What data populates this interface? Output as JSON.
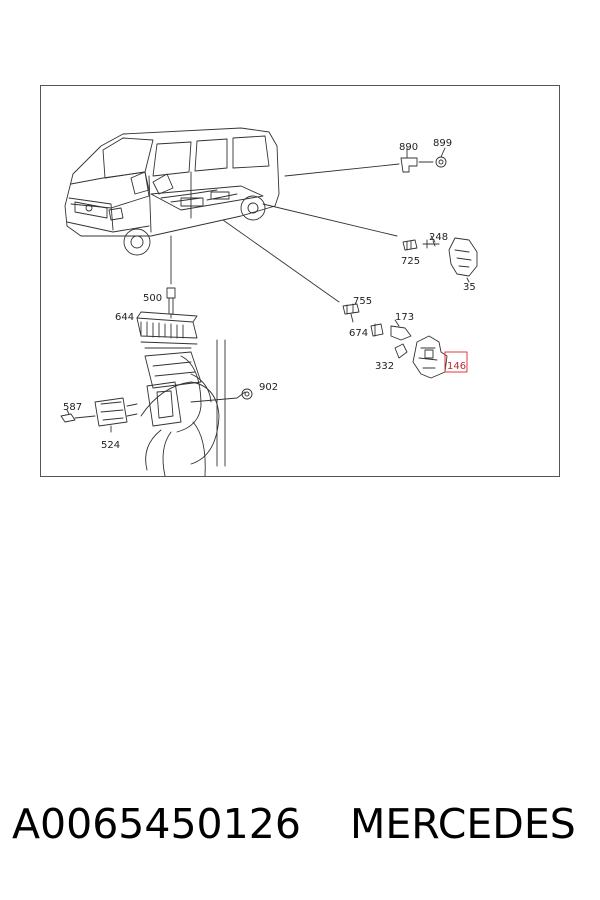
{
  "diagram": {
    "callouts": {
      "c890": "890",
      "c899": "899",
      "c248": "248",
      "c725": "725",
      "c35": "35",
      "c755": "755",
      "c173": "173",
      "c674": "674",
      "c332": "332",
      "c146": "146",
      "c500": "500",
      "c644": "644",
      "c902": "902",
      "c587": "587",
      "c524": "524"
    },
    "highlight_color": "#e03a3a"
  },
  "footer": {
    "part_number": "A0065450126",
    "brand": "MERCEDES"
  }
}
